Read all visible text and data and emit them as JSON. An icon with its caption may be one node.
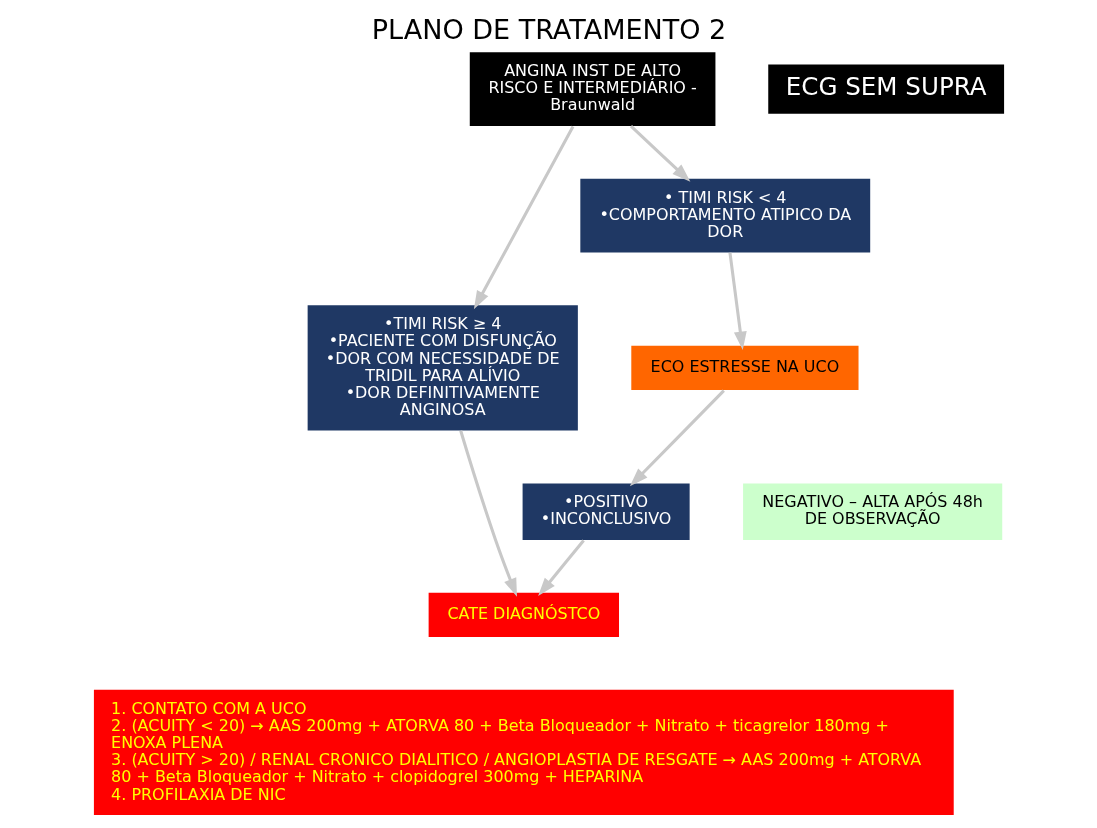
{
  "diagram": {
    "title": "PLANO DE TRATAMENTO 2",
    "nodes": [
      {
        "text": [
          "ANGINA INST DE ALTO RISCO E INTERMEDIÁRIO - Braunwald"
        ]
      },
      {
        "text": [
          "ECG SEM SUPRA"
        ]
      },
      {
        "text": [
          "•TIMI RISK ≥ 4",
          "•PACIENTE COM DISFUNÇÃO",
          "•DOR COM NECESSIDADE DE TRIDIL PARA ALÍVIO",
          "•DOR DEFINITIVAMENTE ANGINOSA"
        ]
      },
      {
        "text": [
          "• TIMI RISK < 4",
          "•COMPORTAMENTO ATIPICO DA DOR"
        ]
      },
      {
        "text": [
          "ECO ESTRESSE NA UCO"
        ]
      },
      {
        "text": [
          "•POSITIVO",
          "•INCONCLUSIVO"
        ]
      },
      {
        "text": [
          "NEGATIVO – ALTA APÓS 48h DE OBSERVAÇÃO"
        ]
      },
      {
        "text": [
          "CATE DIAGNÓSTCO"
        ]
      },
      {
        "text": [
          "1. CONTATO COM A UCO",
          "2. (ACUITY < 20) → AAS 200mg + ATORVA 80 + Beta Bloqueador + Nitrato + ticagrelor 180mg + ENOXA PLENA",
          "3. (ACUITY > 20) / RENAL CRONICO DIALITICO / ANGIOPLASTIA DE RESGATE → AAS 200mg + ATORVA 80 + Beta Bloqueador + Nitrato + clopidogrel 300mg + HEPARINA",
          "4. PROFILAXIA DE NIC"
        ]
      }
    ],
    "edges": [
      {
        "from": 0,
        "to": 2,
        "arrow": "to"
      },
      {
        "from": 0,
        "to": 3,
        "arrow": "to"
      },
      {
        "from": 3,
        "to": 4,
        "arrow": "to"
      },
      {
        "from": 4,
        "to": 5,
        "arrow": "to"
      },
      {
        "from": 2,
        "to": 7,
        "arrow": "to"
      },
      {
        "from": 5,
        "to": 7,
        "arrow": "to"
      }
    ]
  }
}
